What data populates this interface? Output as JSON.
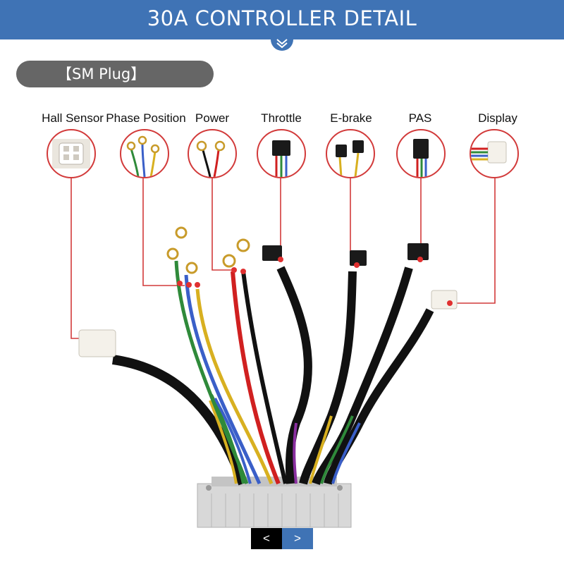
{
  "banner": {
    "title": "30A CONTROLLER DETAIL"
  },
  "section": {
    "label": "【SM Plug】"
  },
  "connectors": [
    {
      "label": "Hall Sensor"
    },
    {
      "label": "Phase Position"
    },
    {
      "label": "Power"
    },
    {
      "label": "Throttle"
    },
    {
      "label": "E-brake"
    },
    {
      "label": "PAS"
    },
    {
      "label": "Display"
    }
  ],
  "gallery_nav": {
    "prev": "<",
    "next": ">"
  },
  "colors": {
    "banner": "#3f73b5",
    "pill": "#666666",
    "callout": "#d23a3a"
  }
}
